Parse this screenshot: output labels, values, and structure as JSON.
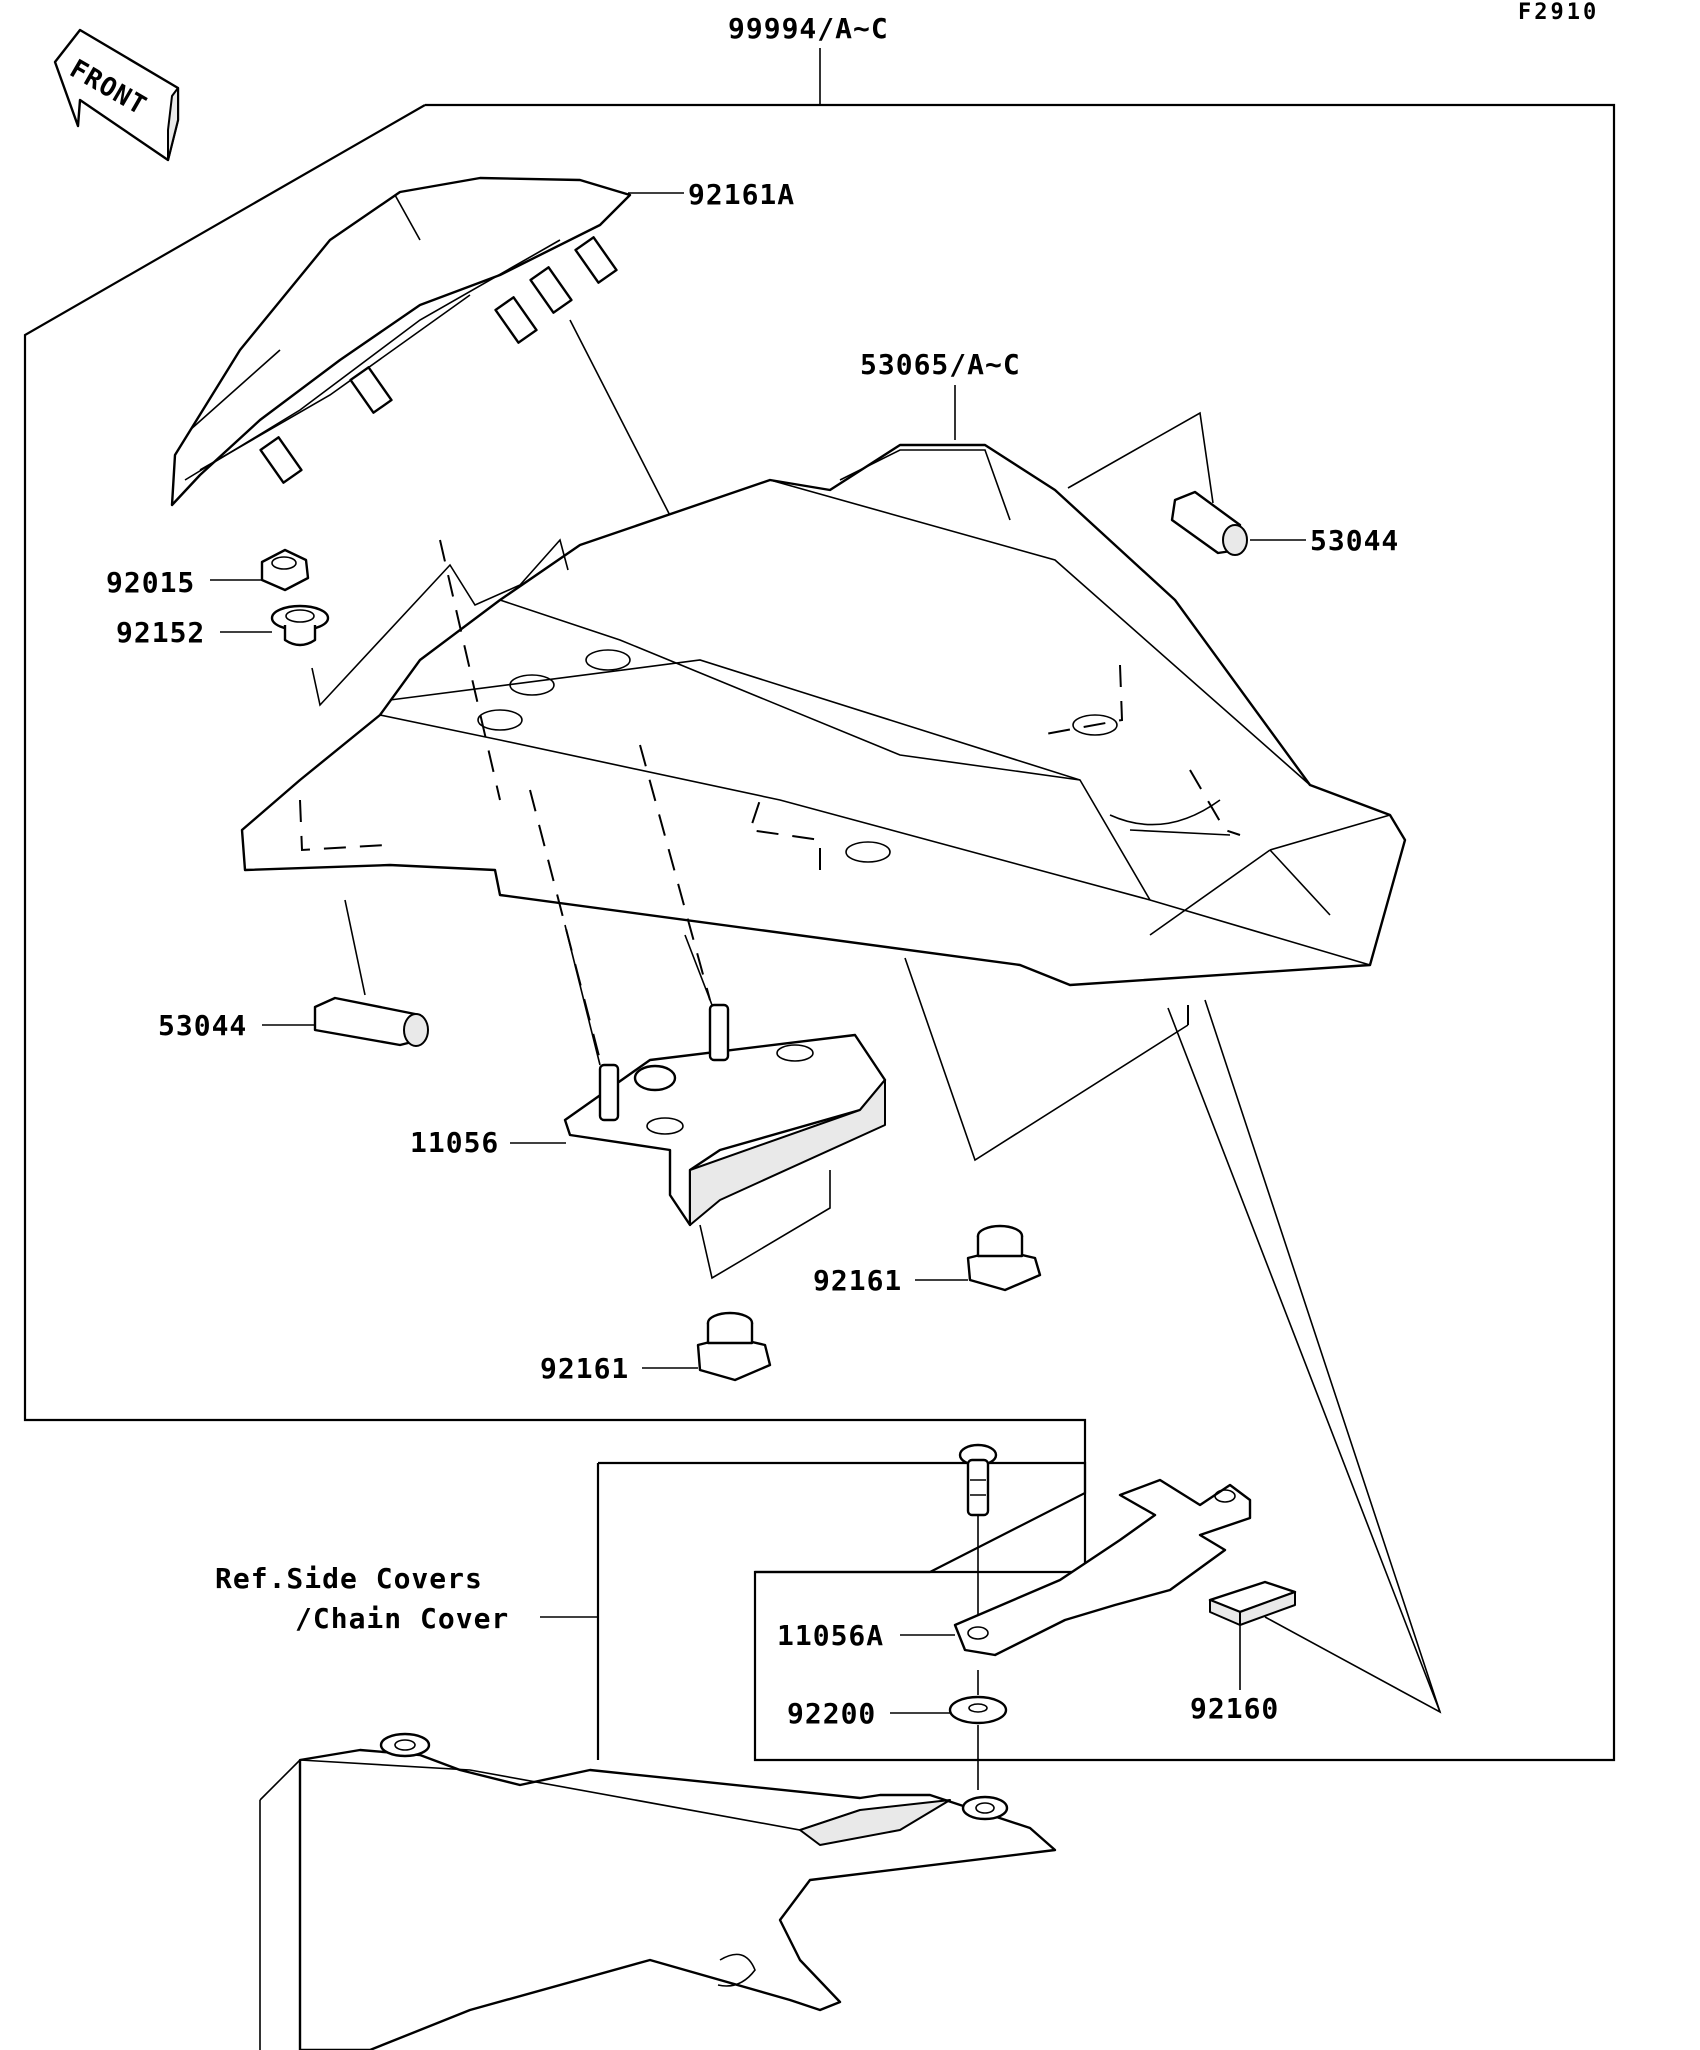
{
  "diagram_code": "F2910",
  "assembly_label": "99994/A~C",
  "front_arrow": {
    "text": "FRONT",
    "icon": "front-arrow-icon"
  },
  "parts": {
    "seat_pad": "92161A",
    "seat_cover": "53065/A~C",
    "clip_right": "53044",
    "clip_left": "53044",
    "nut": "92015",
    "collar": "92152",
    "bracket": "11056",
    "damper_right": "92161",
    "damper_lower": "92161",
    "bracket_lower": "11056A",
    "washer": "92200",
    "pad_small": "92160"
  },
  "reference": {
    "line1": "Ref.Side Covers",
    "line2": "/Chain Cover"
  }
}
